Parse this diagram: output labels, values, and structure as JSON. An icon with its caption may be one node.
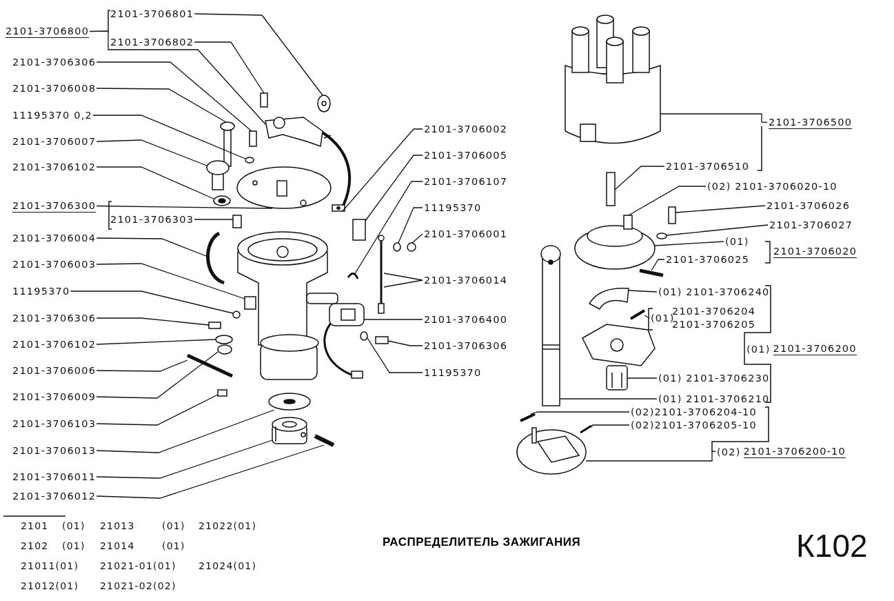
{
  "diagram": {
    "title": "РАСПРЕДЕЛИТЕЛЬ ЗАЖИГАНИЯ",
    "nodes": [
      {
        "text": [
          "2101-3706800"
        ]
      },
      {
        "text": [
          "2101-3706801"
        ]
      },
      {
        "text": [
          "2101-3706802"
        ]
      },
      {
        "text": [
          "2101-3706306"
        ]
      },
      {
        "text": [
          "2101-3706008"
        ]
      },
      {
        "text": [
          "11195370 0,2"
        ]
      },
      {
        "text": [
          "2101-3706007"
        ]
      },
      {
        "text": [
          "2101-3706102"
        ]
      },
      {
        "text": [
          "2101-3706300"
        ]
      },
      {
        "text": [
          "2101-3706303"
        ]
      },
      {
        "text": [
          "2101-3706004"
        ]
      },
      {
        "text": [
          "2101-3706003"
        ]
      },
      {
        "text": [
          "11195370"
        ]
      },
      {
        "text": [
          "2101-3706306"
        ]
      },
      {
        "text": [
          "2101-3706102"
        ]
      },
      {
        "text": [
          "2101-3706006"
        ]
      },
      {
        "text": [
          "2101-3706009"
        ]
      },
      {
        "text": [
          "2101-3706103"
        ]
      },
      {
        "text": [
          "2101-3706013"
        ]
      },
      {
        "text": [
          "2101-3706011"
        ]
      },
      {
        "text": [
          "2101-3706012"
        ]
      },
      {
        "text": [
          "2101-3706002"
        ]
      },
      {
        "text": [
          "2101-3706005"
        ]
      },
      {
        "text": [
          "2101-3706107"
        ]
      },
      {
        "text": [
          "11195370"
        ]
      },
      {
        "text": [
          "2101-3706001"
        ]
      },
      {
        "text": [
          "2101-3706014"
        ]
      },
      {
        "text": [
          "2101-3706400"
        ]
      },
      {
        "text": [
          "2101-3706306"
        ]
      },
      {
        "text": [
          "11195370"
        ]
      },
      {
        "text": [
          "2101-3706500"
        ]
      },
      {
        "text": [
          "2101-3706510"
        ]
      },
      {
        "text": [
          "(02) 2101-3706020-10"
        ]
      },
      {
        "text": [
          "2101-3706026"
        ]
      },
      {
        "text": [
          "2101-3706027"
        ]
      },
      {
        "text": [
          "(01)"
        ]
      },
      {
        "text": [
          "2101-3706020"
        ]
      },
      {
        "text": [
          "2101-3706025"
        ]
      },
      {
        "text": [
          "(01) 2101-3706240"
        ]
      },
      {
        "text": [
          "(01)"
        ]
      },
      {
        "text": [
          "2101-3706204"
        ]
      },
      {
        "text": [
          "2101-3706205"
        ]
      },
      {
        "text": [
          "(01)",
          "2101-3706200"
        ]
      },
      {
        "text": [
          "(01) 2101-3706230"
        ]
      },
      {
        "text": [
          "(01) 2101-3706210"
        ]
      },
      {
        "text": [
          "(02)2101-3706204-10"
        ]
      },
      {
        "text": [
          "(02)2101-3706205-10"
        ]
      },
      {
        "text": [
          "(02)",
          "2101-3706200-10"
        ]
      },
      {
        "text": [],
        "shape": "picture"
      },
      {
        "text": [],
        "shape": "picture"
      },
      {
        "text": [],
        "shape": "box"
      },
      {
        "text": [],
        "shape": "box"
      },
      {
        "text": [],
        "shape": "picture"
      },
      {
        "text": [],
        "shape": "circle"
      },
      {
        "text": [],
        "shape": "picture"
      },
      {
        "text": [],
        "shape": "picture"
      },
      {
        "text": [],
        "shape": "picture"
      },
      {
        "text": [],
        "shape": "box"
      },
      {
        "text": [],
        "shape": "picture"
      },
      {
        "text": [],
        "shape": "box"
      },
      {
        "text": [],
        "shape": "circle"
      },
      {
        "text": [],
        "shape": "box"
      },
      {
        "text": [],
        "shape": "circle"
      },
      {
        "text": [],
        "shape": "picture"
      },
      {
        "text": [],
        "shape": "circle"
      },
      {
        "text": [],
        "shape": "box"
      },
      {
        "text": [],
        "shape": "picture"
      },
      {
        "text": [],
        "shape": "picture"
      },
      {
        "text": [],
        "shape": "picture"
      },
      {
        "text": [],
        "shape": "picture"
      },
      {
        "text": [],
        "shape": "box"
      },
      {
        "text": [],
        "shape": "picture"
      },
      {
        "text": [],
        "shape": "circle"
      },
      {
        "text": [],
        "shape": "circle"
      },
      {
        "text": [],
        "shape": "picture"
      },
      {
        "text": [],
        "shape": "picture"
      },
      {
        "text": [],
        "shape": "box"
      },
      {
        "text": [],
        "shape": "circle"
      },
      {
        "text": [],
        "shape": "picture"
      },
      {
        "text": [],
        "shape": "box"
      },
      {
        "text": [],
        "shape": "picture"
      },
      {
        "text": [],
        "shape": "box"
      },
      {
        "text": [],
        "shape": "circle"
      },
      {
        "text": [],
        "shape": "picture"
      },
      {
        "text": [],
        "shape": "picture"
      },
      {
        "text": [],
        "shape": "picture"
      },
      {
        "text": [],
        "shape": "picture"
      },
      {
        "text": [],
        "shape": "picture"
      },
      {
        "text": [],
        "shape": "picture"
      },
      {
        "text": [],
        "shape": "picture"
      },
      {
        "text": [],
        "shape": "picture"
      }
    ],
    "edges": [
      {
        "from": 0,
        "to": 48,
        "arrow": "none"
      },
      {
        "from": 1,
        "to": 49,
        "arrow": "none"
      },
      {
        "from": 2,
        "to": 50,
        "arrow": "none"
      },
      {
        "from": 3,
        "to": 51,
        "arrow": "none"
      },
      {
        "from": 4,
        "to": 52,
        "arrow": "none"
      },
      {
        "from": 5,
        "to": 53,
        "arrow": "none"
      },
      {
        "from": 6,
        "to": 54,
        "arrow": "none"
      },
      {
        "from": 7,
        "to": 55,
        "arrow": "none"
      },
      {
        "from": 8,
        "to": 56,
        "arrow": "none"
      },
      {
        "from": 9,
        "to": 57,
        "arrow": "none"
      },
      {
        "from": 10,
        "to": 58,
        "arrow": "none"
      },
      {
        "from": 11,
        "to": 59,
        "arrow": "none"
      },
      {
        "from": 12,
        "to": 60,
        "arrow": "none"
      },
      {
        "from": 13,
        "to": 61,
        "arrow": "none"
      },
      {
        "from": 14,
        "to": 62,
        "arrow": "none"
      },
      {
        "from": 15,
        "to": 63,
        "arrow": "none"
      },
      {
        "from": 16,
        "to": 64,
        "arrow": "none"
      },
      {
        "from": 17,
        "to": 65,
        "arrow": "none"
      },
      {
        "from": 18,
        "to": 66,
        "arrow": "none"
      },
      {
        "from": 19,
        "to": 67,
        "arrow": "none"
      },
      {
        "from": 20,
        "to": 68,
        "arrow": "none"
      },
      {
        "from": 21,
        "to": 69,
        "arrow": "none"
      },
      {
        "from": 22,
        "to": 70,
        "arrow": "none"
      },
      {
        "from": 23,
        "to": 71,
        "arrow": "none"
      },
      {
        "from": 24,
        "to": 72,
        "arrow": "none"
      },
      {
        "from": 25,
        "to": 73,
        "arrow": "none"
      },
      {
        "from": 26,
        "to": 74,
        "arrow": "none"
      },
      {
        "from": 26,
        "to": 74,
        "arrow": "none"
      },
      {
        "from": 27,
        "to": 75,
        "arrow": "none"
      },
      {
        "from": 28,
        "to": 76,
        "arrow": "none"
      },
      {
        "from": 29,
        "to": 77,
        "arrow": "none"
      },
      {
        "from": 30,
        "to": 78,
        "arrow": "none"
      },
      {
        "from": 31,
        "to": 79,
        "arrow": "none"
      },
      {
        "from": 32,
        "to": 80,
        "arrow": "none"
      },
      {
        "from": 33,
        "to": 81,
        "arrow": "none"
      },
      {
        "from": 34,
        "to": 82,
        "arrow": "none"
      },
      {
        "from": 35,
        "to": 80,
        "arrow": "none"
      },
      {
        "from": 37,
        "to": 83,
        "arrow": "none"
      },
      {
        "from": 38,
        "to": 84,
        "arrow": "none"
      },
      {
        "from": 39,
        "to": 85,
        "arrow": "none"
      },
      {
        "from": 43,
        "to": 86,
        "arrow": "none"
      },
      {
        "from": 44,
        "to": 87,
        "arrow": "none"
      },
      {
        "from": 45,
        "to": 88,
        "arrow": "none"
      },
      {
        "from": 46,
        "to": 89,
        "arrow": "none"
      },
      {
        "from": 47,
        "to": 90,
        "arrow": "none"
      }
    ],
    "labels": [
      "2101",
      "(01)",
      "21013",
      "(01)",
      "21022(01)",
      "2102",
      "(01)",
      "21014",
      "(01)",
      "21011(01)",
      "21021-01(01)",
      "21024(01)",
      "21012(01)",
      "21021-02(02)",
      "К102"
    ]
  }
}
